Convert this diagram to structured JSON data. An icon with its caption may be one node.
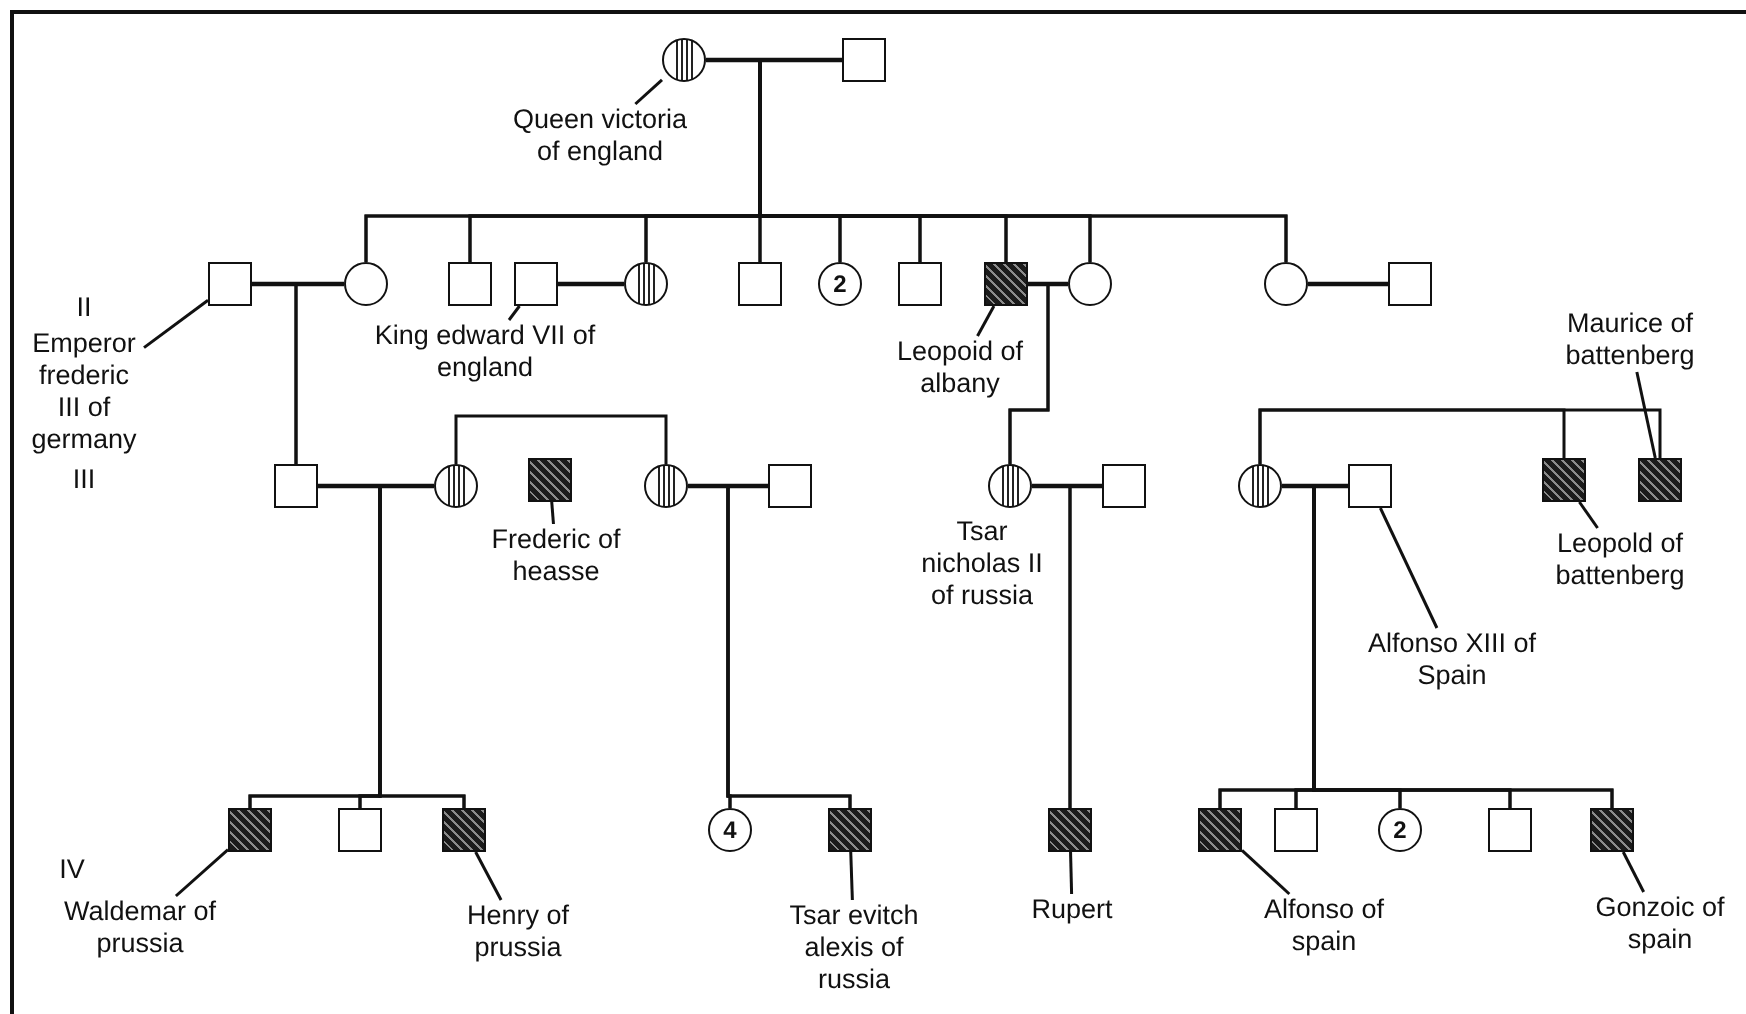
{
  "diagram": {
    "nodes": [
      {
        "text": [],
        "shape": "circle"
      },
      {
        "text": [],
        "shape": "box"
      },
      {
        "text": [
          "Queen victoria of england"
        ]
      },
      {
        "text": [],
        "shape": "box"
      },
      {
        "text": [],
        "shape": "circle"
      },
      {
        "text": [],
        "shape": "box"
      },
      {
        "text": [],
        "shape": "box"
      },
      {
        "text": [],
        "shape": "circle"
      },
      {
        "text": [],
        "shape": "box"
      },
      {
        "text": [
          "2"
        ]
      },
      {
        "text": [],
        "shape": "box"
      },
      {
        "text": [],
        "shape": "box"
      },
      {
        "text": [],
        "shape": "circle"
      },
      {
        "text": [],
        "shape": "circle"
      },
      {
        "text": [],
        "shape": "box"
      },
      {
        "text": [
          "Emperor frederic III of germany"
        ]
      },
      {
        "text": [
          "King edward VII of england"
        ]
      },
      {
        "text": [
          "Leopoid of albany"
        ]
      },
      {
        "text": [
          "Maurice of battenberg"
        ]
      },
      {
        "text": [],
        "shape": "box"
      },
      {
        "text": [],
        "shape": "circle"
      },
      {
        "text": [],
        "shape": "box"
      },
      {
        "text": [],
        "shape": "circle"
      },
      {
        "text": [],
        "shape": "box"
      },
      {
        "text": [],
        "shape": "circle"
      },
      {
        "text": [],
        "shape": "box"
      },
      {
        "text": [],
        "shape": "circle"
      },
      {
        "text": [],
        "shape": "box"
      },
      {
        "text": [],
        "shape": "box"
      },
      {
        "text": [],
        "shape": "box"
      },
      {
        "text": [
          "Frederic of heasse"
        ]
      },
      {
        "text": [
          "Leopold of battenberg"
        ]
      },
      {
        "text": [
          "Alfonso XIII of Spain"
        ]
      },
      {
        "text": [],
        "shape": "box"
      },
      {
        "text": [],
        "shape": "box"
      },
      {
        "text": [],
        "shape": "box"
      },
      {
        "text": [
          "4"
        ]
      },
      {
        "text": [],
        "shape": "box"
      },
      {
        "text": [],
        "shape": "box"
      },
      {
        "text": [],
        "shape": "box"
      },
      {
        "text": [],
        "shape": "box"
      },
      {
        "text": [
          "2"
        ]
      },
      {
        "text": [],
        "shape": "box"
      },
      {
        "text": [],
        "shape": "box"
      },
      {
        "text": [
          "Waldemar of prussia"
        ]
      },
      {
        "text": [
          "Henry of prussia"
        ]
      },
      {
        "text": [
          "Tsar evitch alexis of russia"
        ]
      },
      {
        "text": [
          "Rupert"
        ]
      },
      {
        "text": [
          "Alfonso of spain"
        ]
      },
      {
        "text": [
          "Gonzoic of spain"
        ]
      }
    ],
    "edges": [
      {
        "from": 0,
        "to": 1,
        "arrow": "none"
      },
      {
        "from": 0,
        "to": 4,
        "arrow": "none"
      },
      {
        "from": 1,
        "to": 4,
        "arrow": "none"
      },
      {
        "from": 0,
        "to": 5,
        "arrow": "none"
      },
      {
        "from": 1,
        "to": 5,
        "arrow": "none"
      },
      {
        "from": 0,
        "to": 7,
        "arrow": "none"
      },
      {
        "from": 1,
        "to": 7,
        "arrow": "none"
      },
      {
        "from": 0,
        "to": 8,
        "arrow": "none"
      },
      {
        "from": 1,
        "to": 8,
        "arrow": "none"
      },
      {
        "from": 0,
        "to": 9,
        "arrow": "none"
      },
      {
        "from": 1,
        "to": 9,
        "arrow": "none"
      },
      {
        "from": 0,
        "to": 10,
        "arrow": "none"
      },
      {
        "from": 1,
        "to": 10,
        "arrow": "none"
      },
      {
        "from": 0,
        "to": 11,
        "arrow": "none"
      },
      {
        "from": 1,
        "to": 11,
        "arrow": "none"
      },
      {
        "from": 0,
        "to": 12,
        "arrow": "none"
      },
      {
        "from": 1,
        "to": 12,
        "arrow": "none"
      },
      {
        "from": 0,
        "to": 13,
        "arrow": "none"
      },
      {
        "from": 1,
        "to": 13,
        "arrow": "none"
      },
      {
        "from": 3,
        "to": 4,
        "arrow": "none"
      },
      {
        "from": 3,
        "to": 19,
        "arrow": "none"
      },
      {
        "from": 4,
        "to": 19,
        "arrow": "none"
      },
      {
        "from": 6,
        "to": 7,
        "arrow": "none"
      },
      {
        "from": 11,
        "to": 12,
        "arrow": "none"
      },
      {
        "from": 11,
        "to": 24,
        "arrow": "none"
      },
      {
        "from": 12,
        "to": 24,
        "arrow": "none"
      },
      {
        "from": 13,
        "to": 14,
        "arrow": "none"
      },
      {
        "from": 19,
        "to": 20,
        "arrow": "none"
      },
      {
        "from": 19,
        "to": 33,
        "arrow": "none"
      },
      {
        "from": 20,
        "to": 33,
        "arrow": "none"
      },
      {
        "from": 19,
        "to": 34,
        "arrow": "none"
      },
      {
        "from": 20,
        "to": 34,
        "arrow": "none"
      },
      {
        "from": 19,
        "to": 35,
        "arrow": "none"
      },
      {
        "from": 20,
        "to": 35,
        "arrow": "none"
      },
      {
        "from": 20,
        "to": 22,
        "arrow": "none"
      },
      {
        "from": 22,
        "to": 23,
        "arrow": "none"
      },
      {
        "from": 22,
        "to": 36,
        "arrow": "none"
      },
      {
        "from": 23,
        "to": 36,
        "arrow": "none"
      },
      {
        "from": 22,
        "to": 37,
        "arrow": "none"
      },
      {
        "from": 23,
        "to": 37,
        "arrow": "none"
      },
      {
        "from": 24,
        "to": 25,
        "arrow": "none"
      },
      {
        "from": 24,
        "to": 38,
        "arrow": "none"
      },
      {
        "from": 25,
        "to": 38,
        "arrow": "none"
      },
      {
        "from": 26,
        "to": 27,
        "arrow": "none"
      },
      {
        "from": 26,
        "to": 39,
        "arrow": "none"
      },
      {
        "from": 27,
        "to": 39,
        "arrow": "none"
      },
      {
        "from": 26,
        "to": 40,
        "arrow": "none"
      },
      {
        "from": 27,
        "to": 40,
        "arrow": "none"
      },
      {
        "from": 26,
        "to": 41,
        "arrow": "none"
      },
      {
        "from": 27,
        "to": 41,
        "arrow": "none"
      },
      {
        "from": 26,
        "to": 42,
        "arrow": "none"
      },
      {
        "from": 27,
        "to": 42,
        "arrow": "none"
      },
      {
        "from": 26,
        "to": 43,
        "arrow": "none"
      },
      {
        "from": 27,
        "to": 43,
        "arrow": "none"
      },
      {
        "from": 26,
        "to": 28,
        "arrow": "none"
      },
      {
        "from": 26,
        "to": 29,
        "arrow": "none"
      },
      {
        "from": 2,
        "to": 0,
        "arrow": "none"
      },
      {
        "from": 15,
        "to": 3,
        "arrow": "none"
      },
      {
        "from": 16,
        "to": 6,
        "arrow": "none"
      },
      {
        "from": 17,
        "to": 11,
        "arrow": "none"
      },
      {
        "from": 18,
        "to": 29,
        "arrow": "none"
      },
      {
        "from": 30,
        "to": 21,
        "arrow": "none"
      },
      {
        "from": 31,
        "to": 28,
        "arrow": "none"
      },
      {
        "from": 32,
        "to": 27,
        "arrow": "none"
      },
      {
        "from": 44,
        "to": 33,
        "arrow": "none"
      },
      {
        "from": 45,
        "to": 35,
        "arrow": "none"
      },
      {
        "from": 46,
        "to": 37,
        "arrow": "none"
      },
      {
        "from": 47,
        "to": 38,
        "arrow": "none"
      },
      {
        "from": 48,
        "to": 39,
        "arrow": "none"
      },
      {
        "from": 49,
        "to": 43,
        "arrow": "none"
      }
    ],
    "labels": [
      "II",
      "III",
      "Tsar nicholas II of russia",
      "IV"
    ]
  }
}
